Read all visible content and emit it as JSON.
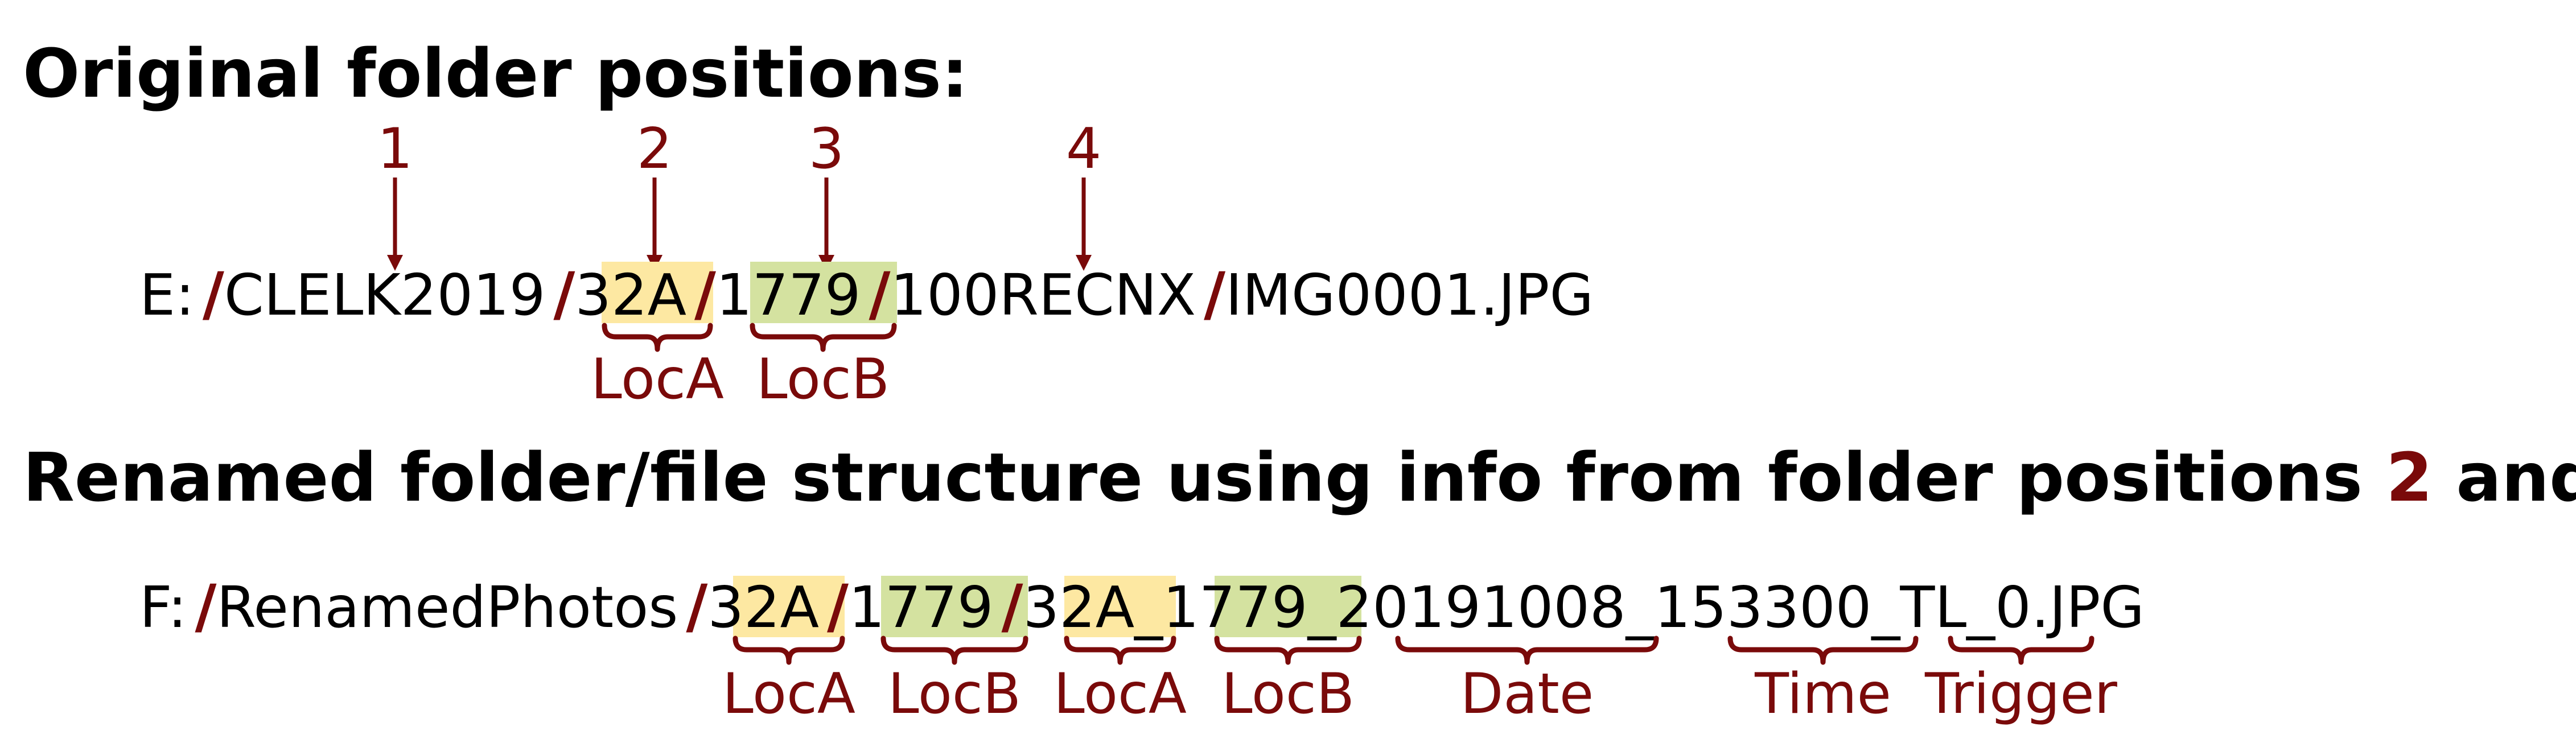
{
  "colors": {
    "accent": "#7a0a0a",
    "text": "#000000",
    "highlight_loc_a": "#fde8a2",
    "highlight_loc_b": "#d4e2a0"
  },
  "section1": {
    "title": "Original folder positions:",
    "position_markers": [
      "1",
      "2",
      "3",
      "4"
    ],
    "path": {
      "drive": "E:",
      "separator": "/",
      "folder1": "CLELK2019",
      "folder2": "32A",
      "folder3": "1779",
      "folder4": "100RECNX",
      "filename": "IMG0001.JPG"
    },
    "braces": [
      "LocA",
      "LocB"
    ]
  },
  "section2": {
    "title_part1": "Renamed folder/file structure using info from folder positions ",
    "title_ref1": "2",
    "title_mid": " and ",
    "title_ref2": "3",
    "title_end": ":",
    "path": {
      "drive": "F:",
      "separator": "/",
      "folder1": "RenamedPhotos",
      "folder2": "32A",
      "folder3": "1779",
      "file_loc_a": "32A",
      "underscore": "_",
      "file_loc_b": "1779",
      "date": "20191008",
      "time": "153300",
      "trigger": "TL_0",
      "extension": ".JPG"
    },
    "braces": [
      "LocA",
      "LocB",
      "LocA",
      "LocB",
      "Date",
      "Time",
      "Trigger"
    ]
  }
}
